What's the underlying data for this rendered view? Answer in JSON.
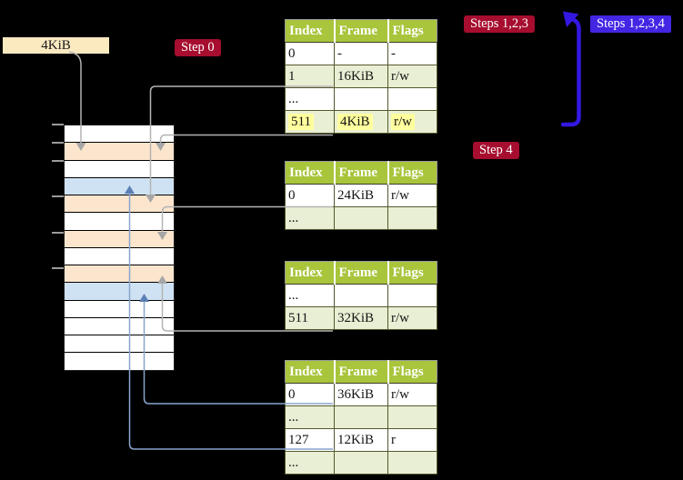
{
  "title_box": "4KiB",
  "labels": {
    "step0": "Step 0",
    "steps123": "Steps 1,2,3",
    "steps1234": "Steps 1,2,3,4",
    "step4": "Step 4"
  },
  "colors": {
    "crimson": "#a60d2e",
    "step_blue": "#4326e4",
    "thick_arrow_blue": "#3318e2",
    "connector_gray": "#b4b4b4",
    "connector_blue": "#87a4cc",
    "arrowhead_gray": "#a6a6a6",
    "arrowhead_blue": "#5b7fb5",
    "table_header_green": "#a8c53c",
    "table_row_green": "#e9efd4",
    "highlight_yellow": "#ffff9e",
    "memory_orange": "#fce5cd",
    "memory_blue": "#cfe2f3",
    "box_beige": "#fbe9c0"
  },
  "memory_strip": {
    "rows": [
      "white",
      "orange",
      "white",
      "blue",
      "orange",
      "white",
      "orange",
      "white",
      "orange",
      "blue",
      "white",
      "white",
      "white",
      "white"
    ]
  },
  "tables": [
    {
      "name": "page-table-level-1",
      "columns": [
        "Index",
        "Frame",
        "Flags"
      ],
      "rows": [
        {
          "cells": [
            "0",
            "-",
            "-"
          ],
          "highlight": false
        },
        {
          "cells": [
            "1",
            "16KiB",
            "r/w"
          ],
          "highlight": false
        },
        {
          "cells": [
            "...",
            "",
            ""
          ],
          "highlight": false
        },
        {
          "cells": [
            "511",
            "4KiB",
            "r/w"
          ],
          "highlight": true
        }
      ]
    },
    {
      "name": "page-table-level-2",
      "columns": [
        "Index",
        "Frame",
        "Flags"
      ],
      "rows": [
        {
          "cells": [
            "0",
            "24KiB",
            "r/w"
          ],
          "highlight": false
        },
        {
          "cells": [
            "...",
            "",
            ""
          ],
          "highlight": false
        }
      ]
    },
    {
      "name": "page-table-level-3",
      "columns": [
        "Index",
        "Frame",
        "Flags"
      ],
      "rows": [
        {
          "cells": [
            "...",
            "",
            ""
          ],
          "highlight": false
        },
        {
          "cells": [
            "511",
            "32KiB",
            "r/w"
          ],
          "highlight": false
        }
      ]
    },
    {
      "name": "page-table-level-4",
      "columns": [
        "Index",
        "Frame",
        "Flags"
      ],
      "rows": [
        {
          "cells": [
            "0",
            "36KiB",
            "r/w"
          ],
          "highlight": false
        },
        {
          "cells": [
            "...",
            "",
            ""
          ],
          "highlight": false
        },
        {
          "cells": [
            "127",
            "12KiB",
            "r"
          ],
          "highlight": false
        },
        {
          "cells": [
            "...",
            "",
            ""
          ],
          "highlight": false
        }
      ]
    }
  ]
}
